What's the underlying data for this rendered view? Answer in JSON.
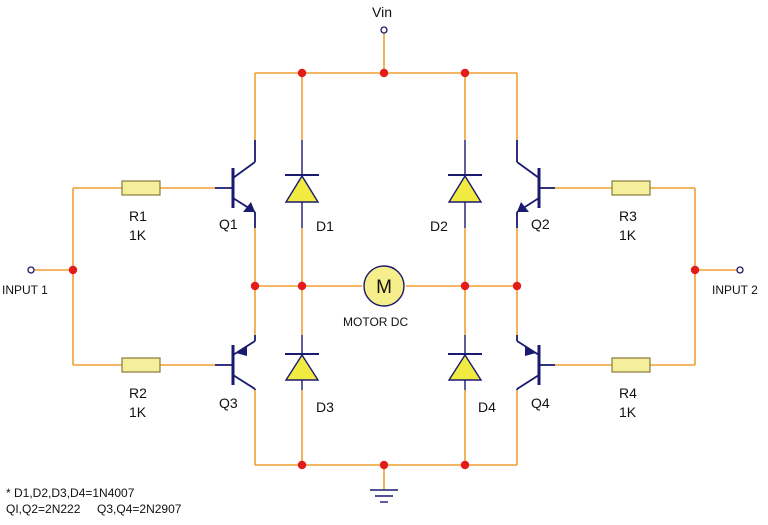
{
  "colors": {
    "wire": "#f0a030",
    "component": "#1a1a6e",
    "resistor_fill": "#f4ef9a",
    "diode_fill": "#f1ea40",
    "junction": "#e31b1b",
    "motor_fill": "#f6ee8a"
  },
  "labels": {
    "vin": "Vin",
    "input1": "INPUT 1",
    "input2": "INPUT 2",
    "motor_symbol": "M",
    "motor_label": "MOTOR DC"
  },
  "resistors": {
    "r1": {
      "name": "R1",
      "value": "1K"
    },
    "r2": {
      "name": "R2",
      "value": "1K"
    },
    "r3": {
      "name": "R3",
      "value": "1K"
    },
    "r4": {
      "name": "R4",
      "value": "1K"
    }
  },
  "transistors": {
    "q1": "Q1",
    "q2": "Q2",
    "q3": "Q3",
    "q4": "Q4"
  },
  "diodes": {
    "d1": "D1",
    "d2": "D2",
    "d3": "D3",
    "d4": "D4"
  },
  "notes": {
    "line1": "* D1,D2,D3,D4=1N4007",
    "line2": "QI,Q2=2N222     Q3,Q4=2N2907"
  }
}
